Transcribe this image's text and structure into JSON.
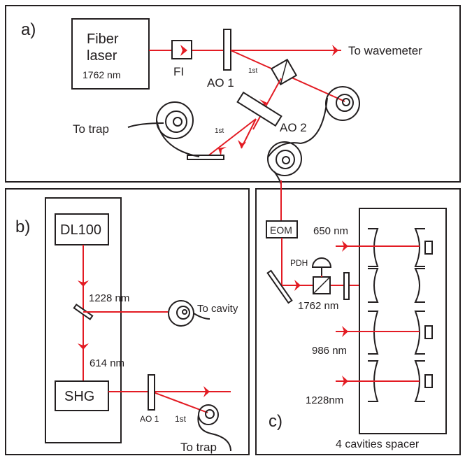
{
  "colors": {
    "beam": "#e31b23",
    "outline": "#231f20",
    "background": "#ffffff"
  },
  "panel_a": {
    "label": "a)",
    "fiber_laser_line1": "Fiber",
    "fiber_laser_line2": "laser",
    "fiber_laser_wavelength": "1762 nm",
    "isolator": "FI",
    "aom1": "AO 1",
    "aom1_order": "1st",
    "aom2": "AO 2",
    "aom2_order": "1st",
    "to_wavemeter": "To wavemeter",
    "to_trap": "To trap"
  },
  "panel_b": {
    "label": "b)",
    "laser": "DL100",
    "wavelength_ir": "1228 nm",
    "to_cavity": "To cavity",
    "wavelength_red": "614 nm",
    "shg": "SHG",
    "aom": "AO 1",
    "aom_order": "1st",
    "to_trap": "To trap"
  },
  "panel_c": {
    "label": "c)",
    "eom": "EOM",
    "pdh": "PDH",
    "wl_650": "650 nm",
    "wl_1762": "1762 nm",
    "wl_986": "986 nm",
    "wl_1228": "1228nm",
    "spacer": "4 cavities spacer"
  }
}
